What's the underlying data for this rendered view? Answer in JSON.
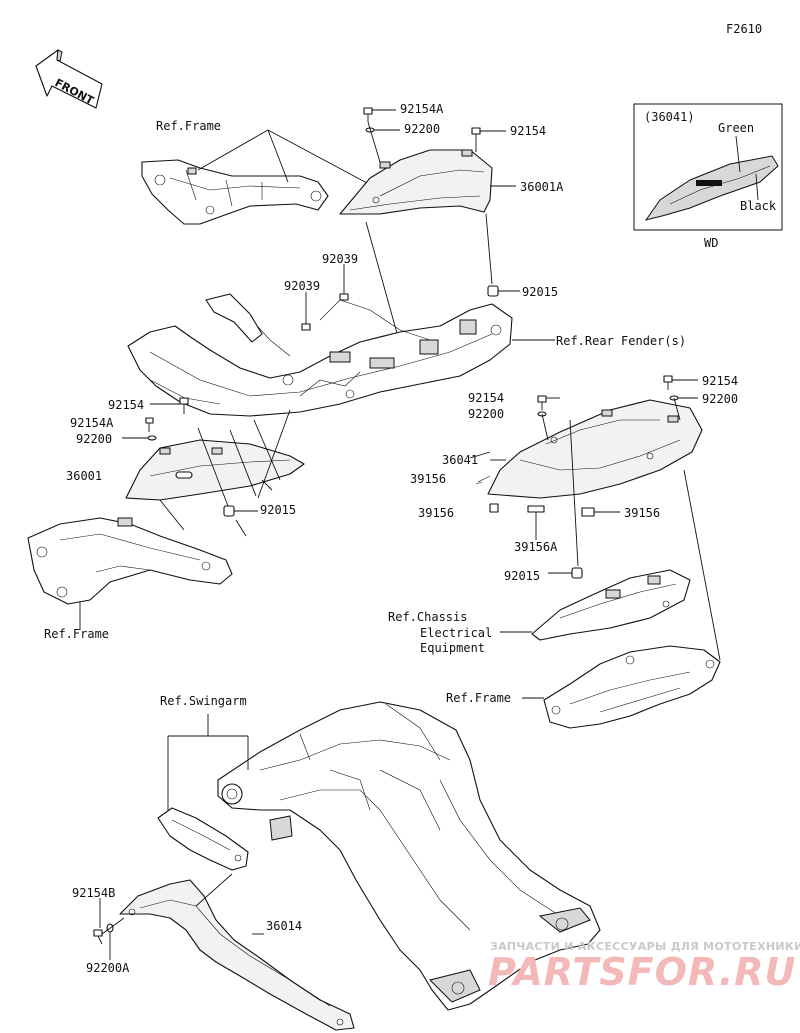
{
  "diagram_id": "F2610",
  "front_label": "FRONT",
  "inset": {
    "ref": "(36041)",
    "green": "Green",
    "black": "Black",
    "variant": "WD"
  },
  "labels": {
    "p92154A_top": "92154A",
    "p92200_top": "92200",
    "p92154_top": "92154",
    "ref_frame_top": "Ref.Frame",
    "p36001A": "36001A",
    "p92039_a": "92039",
    "p92039_b": "92039",
    "p92015_top": "92015",
    "ref_rear_fender": "Ref.Rear Fender(s)",
    "p92154_left": "92154",
    "p92154A_left": "92154A",
    "p92200_left": "92200",
    "p36001": "36001",
    "p92015_left": "92015",
    "ref_frame_left": "Ref.Frame",
    "p92154_mid": "92154",
    "p92200_mid": "92200",
    "p92154_right": "92154",
    "p92200_right": "92200",
    "p36041": "36041",
    "p39156_a": "39156",
    "p39156_b": "39156",
    "p39156_c": "39156",
    "p39156A": "39156A",
    "p92015_right": "92015",
    "ref_chassis_1": "Ref.Chassis",
    "ref_chassis_2": "Electrical",
    "ref_chassis_3": "Equipment",
    "ref_frame_right": "Ref.Frame",
    "ref_swingarm": "Ref.Swingarm",
    "p92154B": "92154B",
    "p36014": "36014",
    "p92200A": "92200A"
  },
  "watermark": {
    "tagline": "ЗАПЧАСТИ И АКСЕССУАРЫ ДЛЯ МОТОТЕХНИКИ",
    "brand": "PARTSFOR.RU"
  }
}
